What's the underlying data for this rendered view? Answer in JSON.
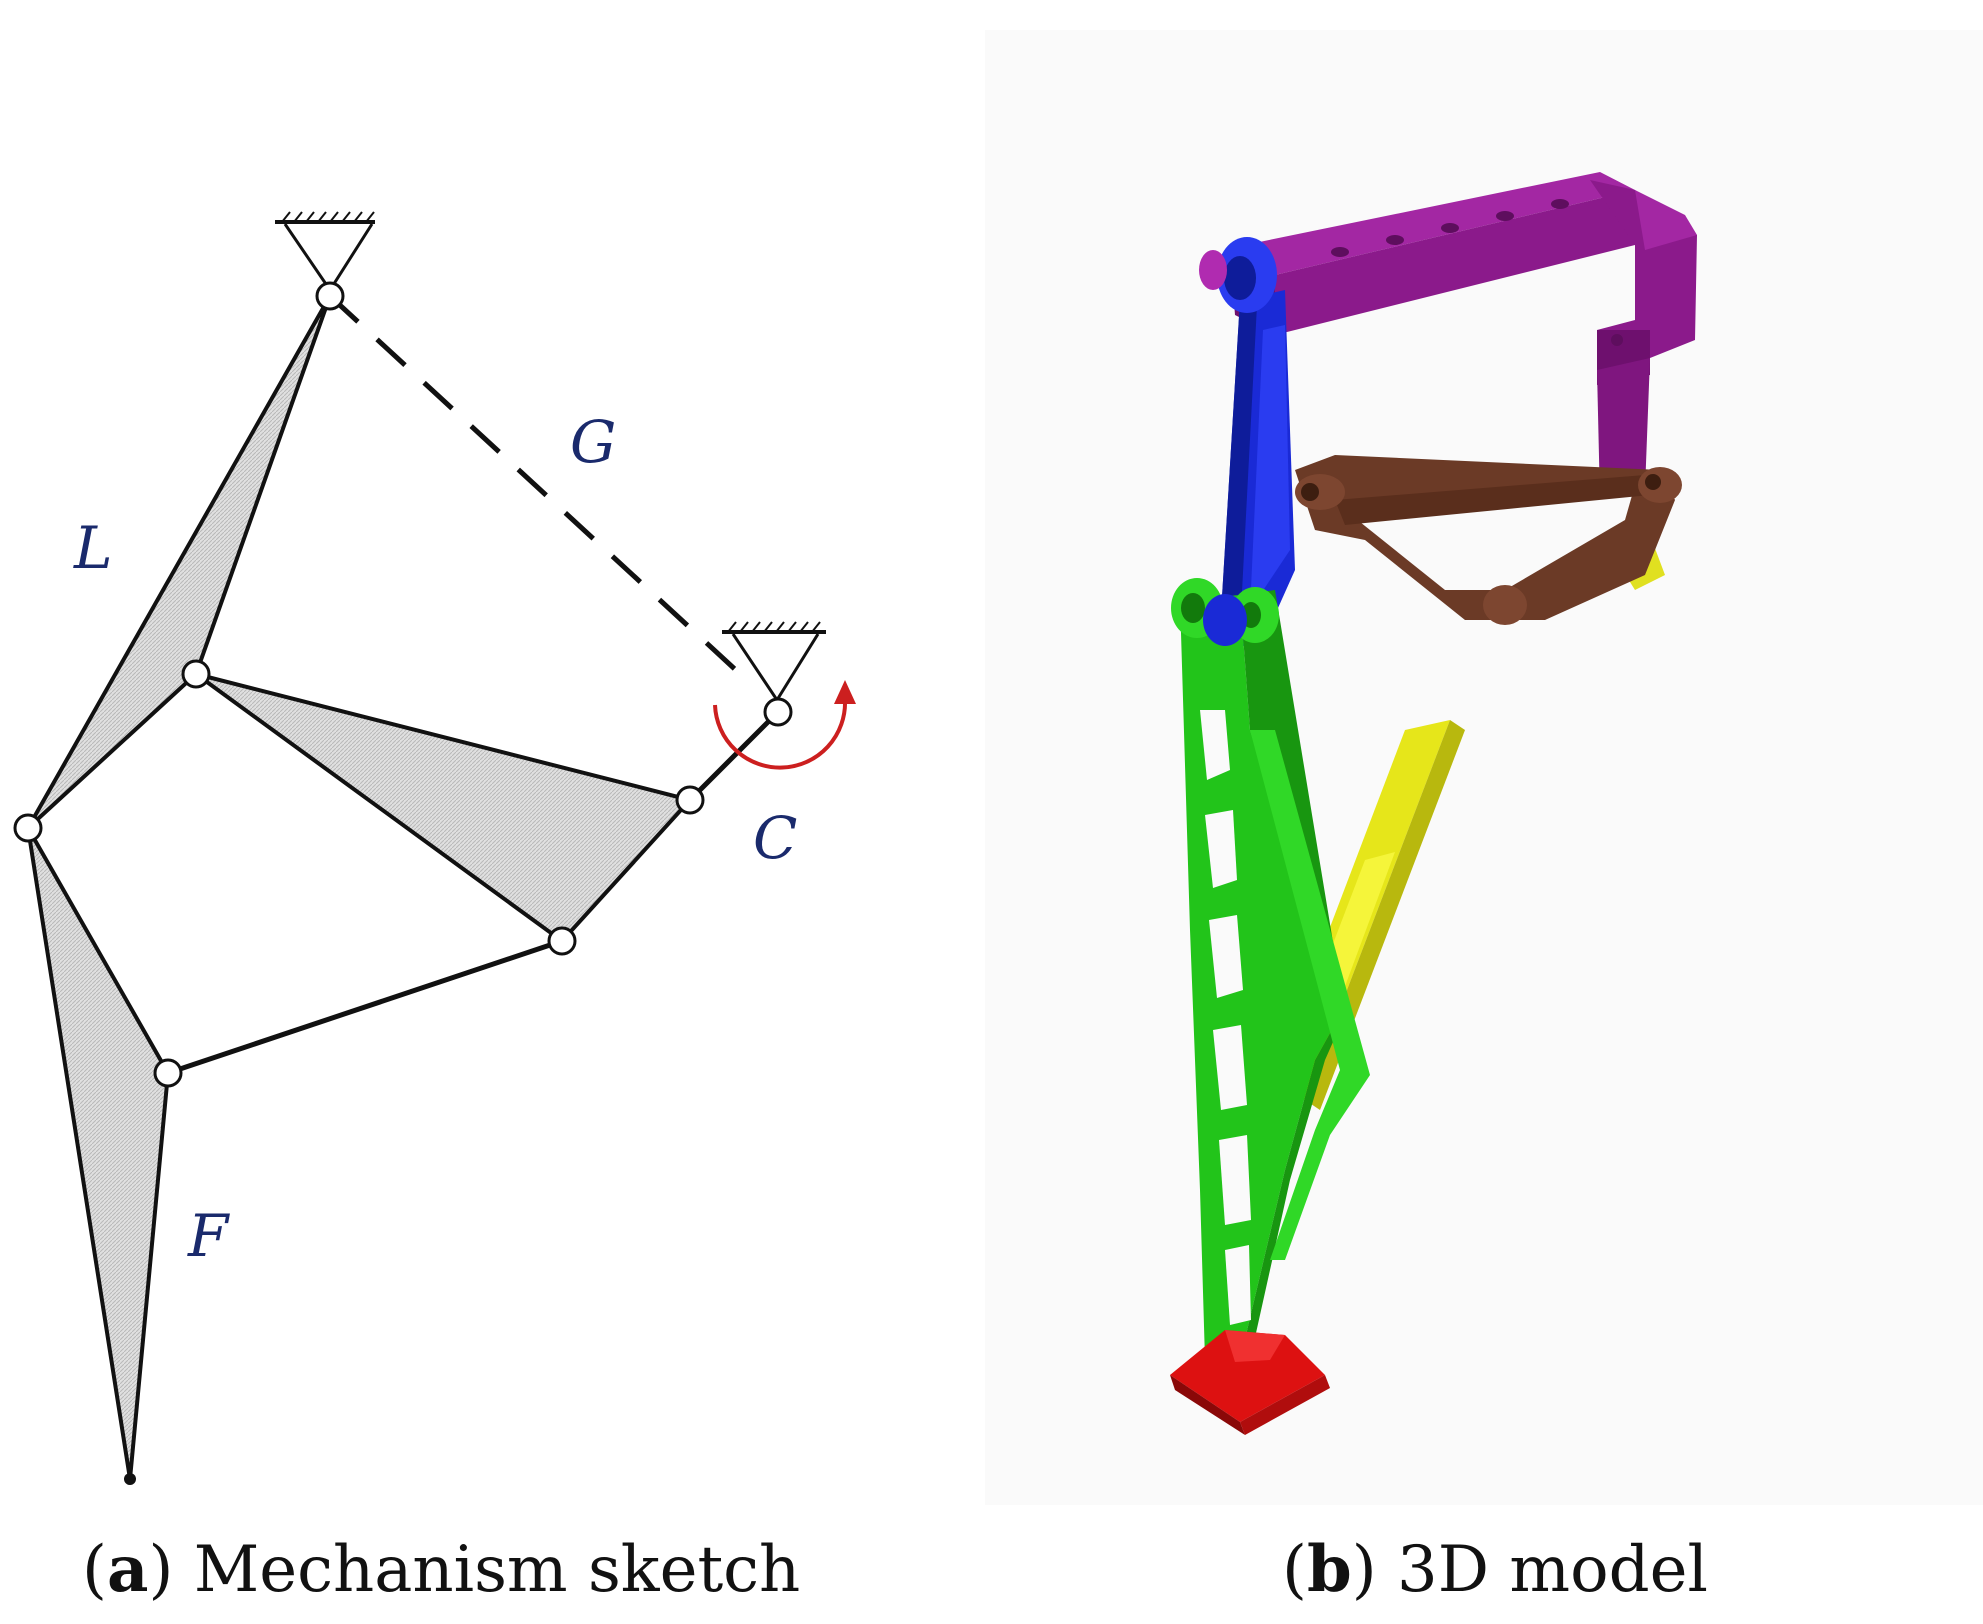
{
  "figure": {
    "panel_a": {
      "caption_letter": "a",
      "caption_text": "Mechanism sketch",
      "labels": {
        "L": "L",
        "G": "G",
        "C": "C",
        "F": "F"
      },
      "colors": {
        "link_stroke": "#111111",
        "link_fill": "#d9d9d9",
        "rotation_arrow": "#cc1f1f",
        "label_text": "#1a2a6c"
      }
    },
    "panel_b": {
      "caption_letter": "b",
      "caption_text": "3D model",
      "colors": {
        "frame_magenta": "#8b1a8b",
        "link_blue": "#1a2ad6",
        "link_green": "#22c41a",
        "actuator_yellow": "#e6e61a",
        "rocker_brown": "#6b3a26",
        "foot_red": "#dd1111",
        "background": "#fafafa"
      }
    }
  }
}
